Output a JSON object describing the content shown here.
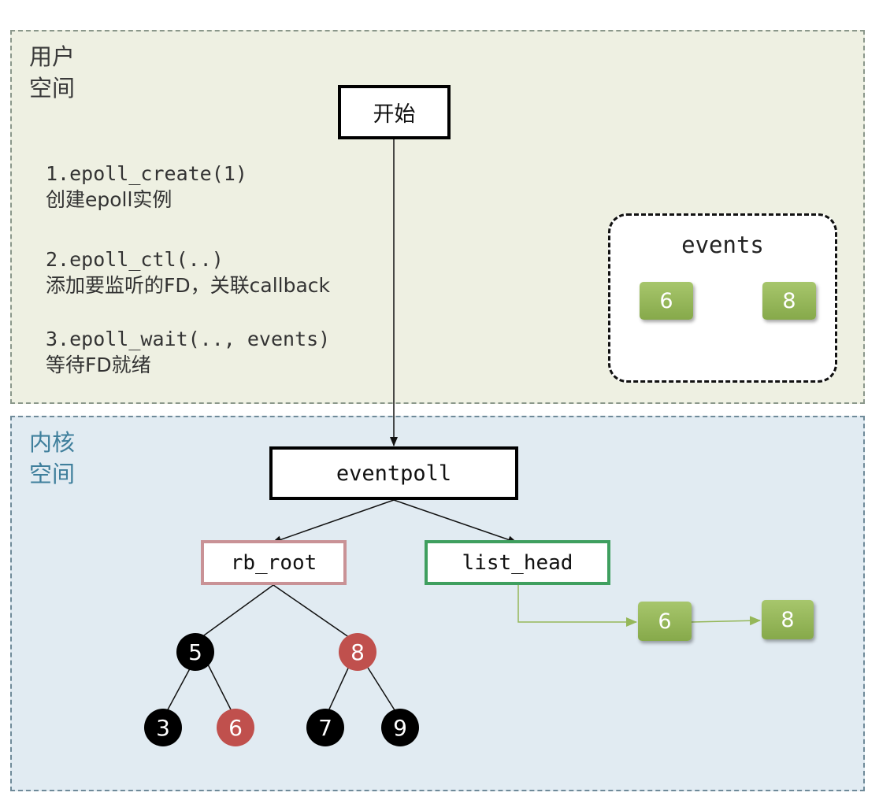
{
  "user_space": {
    "label_line1": "用户",
    "label_line2": "空间"
  },
  "kernel_space": {
    "label_line1": "内核",
    "label_line2": "空间"
  },
  "start": {
    "label": "开始"
  },
  "steps": [
    {
      "code": "1.epoll_create(1)",
      "desc": "创建epoll实例"
    },
    {
      "code": "2.epoll_ctl(..)",
      "desc": "添加要监听的FD，关联callback"
    },
    {
      "code": "3.epoll_wait(.., events)",
      "desc": "等待FD就绪"
    }
  ],
  "events": {
    "title": "events",
    "items": [
      "6",
      "8"
    ]
  },
  "eventpoll": {
    "label": "eventpoll"
  },
  "rb_root": {
    "label": "rb_root"
  },
  "list_head": {
    "label": "list_head",
    "items": [
      "6",
      "8"
    ]
  },
  "rb_tree": {
    "nodes": [
      {
        "value": "5",
        "color": "black"
      },
      {
        "value": "8",
        "color": "red"
      },
      {
        "value": "3",
        "color": "black"
      },
      {
        "value": "6",
        "color": "red"
      },
      {
        "value": "7",
        "color": "black"
      },
      {
        "value": "9",
        "color": "black"
      }
    ]
  },
  "colors": {
    "user_bg": "#eef0e2",
    "kernel_bg": "#e1ebf2",
    "fd_green": "#95b759",
    "rb_red": "#c0504d",
    "list_head_border": "#3f9f5f",
    "rb_root_border": "#c99296"
  }
}
